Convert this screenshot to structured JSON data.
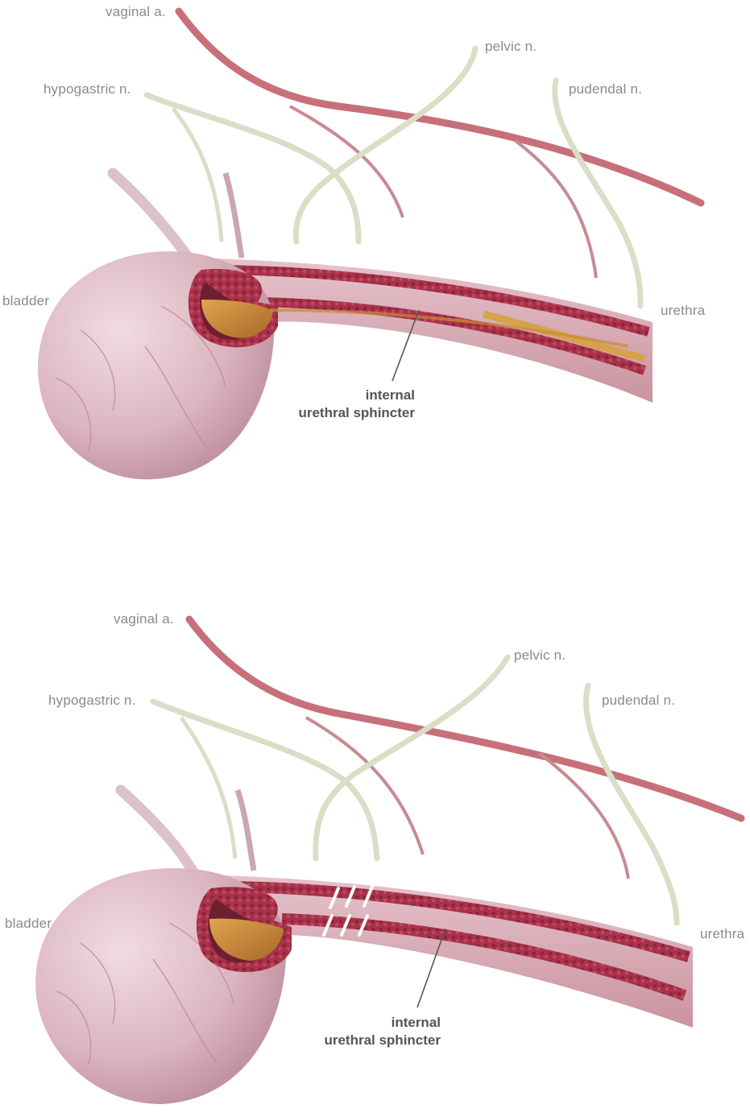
{
  "panels": [
    {
      "labels": {
        "vaginal_a": "vaginal a.",
        "pelvic_n": "pelvic n.",
        "hypogastric_n": "hypogastric n.",
        "pudendal_n": "pudendal n.",
        "bladder": "bladder",
        "urethra": "urethra",
        "sphincter_line1": "internal",
        "sphincter_line2": "urethral sphincter"
      },
      "sphincter_state": "relaxed"
    },
    {
      "labels": {
        "vaginal_a": "vaginal a.",
        "pelvic_n": "pelvic n.",
        "hypogastric_n": "hypogastric n.",
        "pudendal_n": "pudendal n.",
        "bladder": "bladder",
        "urethra": "urethra",
        "sphincter_line1": "internal",
        "sphincter_line2": "urethral sphincter"
      },
      "sphincter_state": "contracted"
    }
  ],
  "colors": {
    "bladder": "#d9b3bd",
    "bladder_shadow": "#b98a98",
    "artery": "#c7707a",
    "nerve": "#d9dfc6",
    "muscle": "#a8324a",
    "lumen": "#c98a3a",
    "label": "#8a8a8a"
  }
}
